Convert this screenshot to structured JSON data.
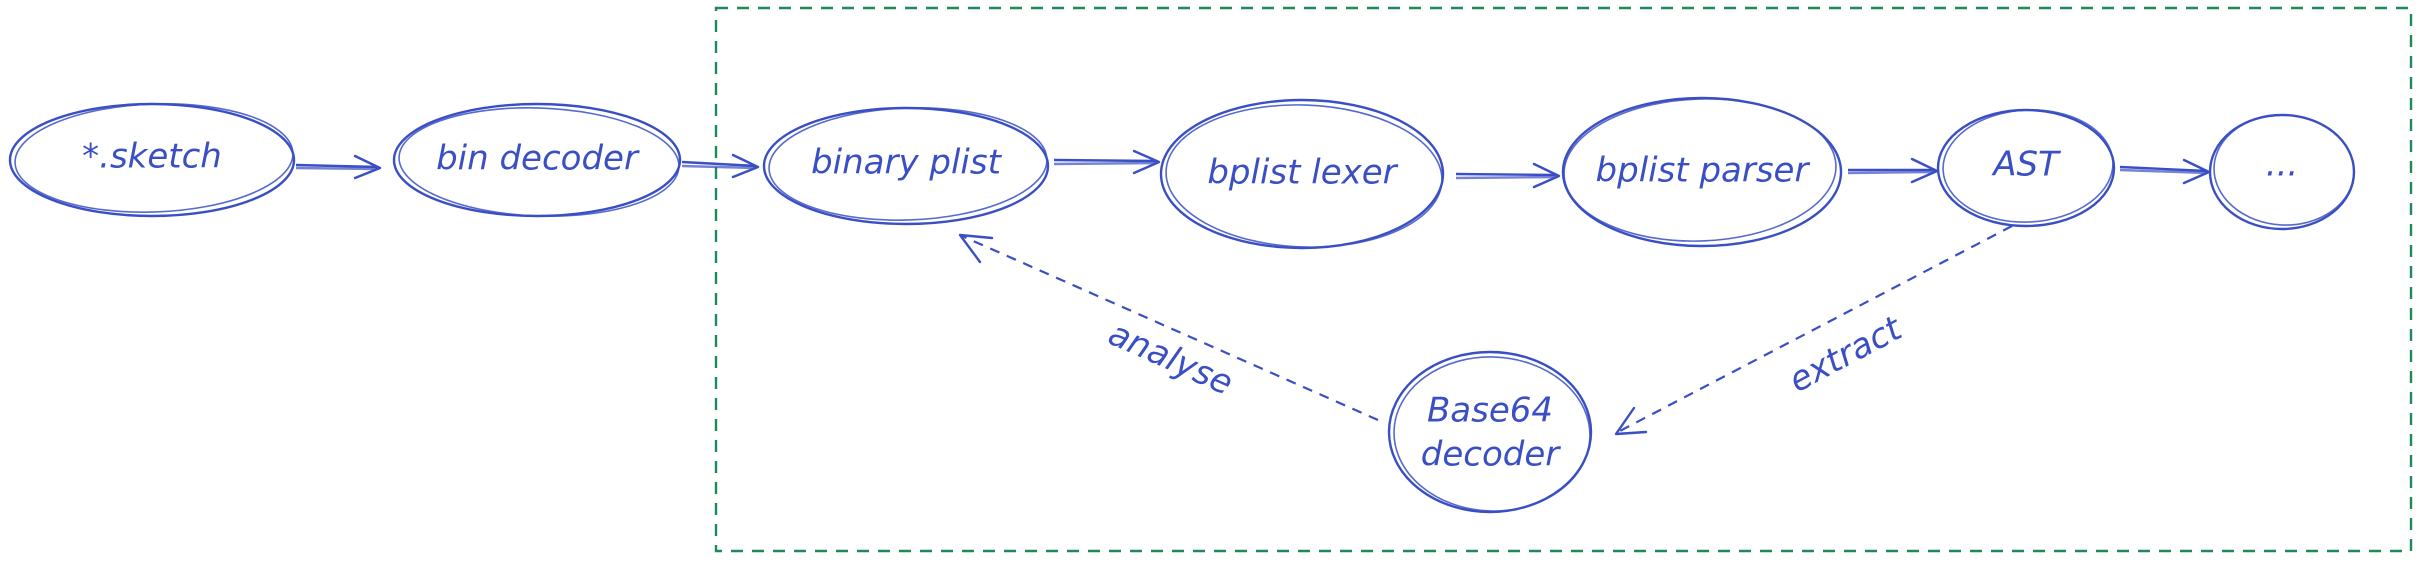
{
  "colors": {
    "stroke": "#3b4fc4",
    "group": "#1e8a5a",
    "background": "#ffffff"
  },
  "nodes": [
    {
      "id": "sketch",
      "label": "*.sketch"
    },
    {
      "id": "bin_decoder",
      "label": "bin decoder"
    },
    {
      "id": "binary_plist",
      "label": "binary plist"
    },
    {
      "id": "bplist_lexer",
      "label": "bplist lexer"
    },
    {
      "id": "bplist_parser",
      "label": "bplist parser"
    },
    {
      "id": "ast",
      "label": "AST"
    },
    {
      "id": "ellipsis",
      "label": "..."
    },
    {
      "id": "base64_decoder",
      "label_line1": "Base64",
      "label_line2": "decoder"
    }
  ],
  "edges": [
    {
      "from": "sketch",
      "to": "bin_decoder",
      "style": "solid"
    },
    {
      "from": "bin_decoder",
      "to": "binary_plist",
      "style": "solid"
    },
    {
      "from": "binary_plist",
      "to": "bplist_lexer",
      "style": "solid"
    },
    {
      "from": "bplist_lexer",
      "to": "bplist_parser",
      "style": "solid"
    },
    {
      "from": "bplist_parser",
      "to": "ast",
      "style": "solid"
    },
    {
      "from": "ast",
      "to": "ellipsis",
      "style": "solid"
    },
    {
      "from": "ast",
      "to": "base64_decoder",
      "style": "dashed",
      "label": "extract"
    },
    {
      "from": "base64_decoder",
      "to": "binary_plist",
      "style": "dashed",
      "label": "analyse"
    }
  ]
}
